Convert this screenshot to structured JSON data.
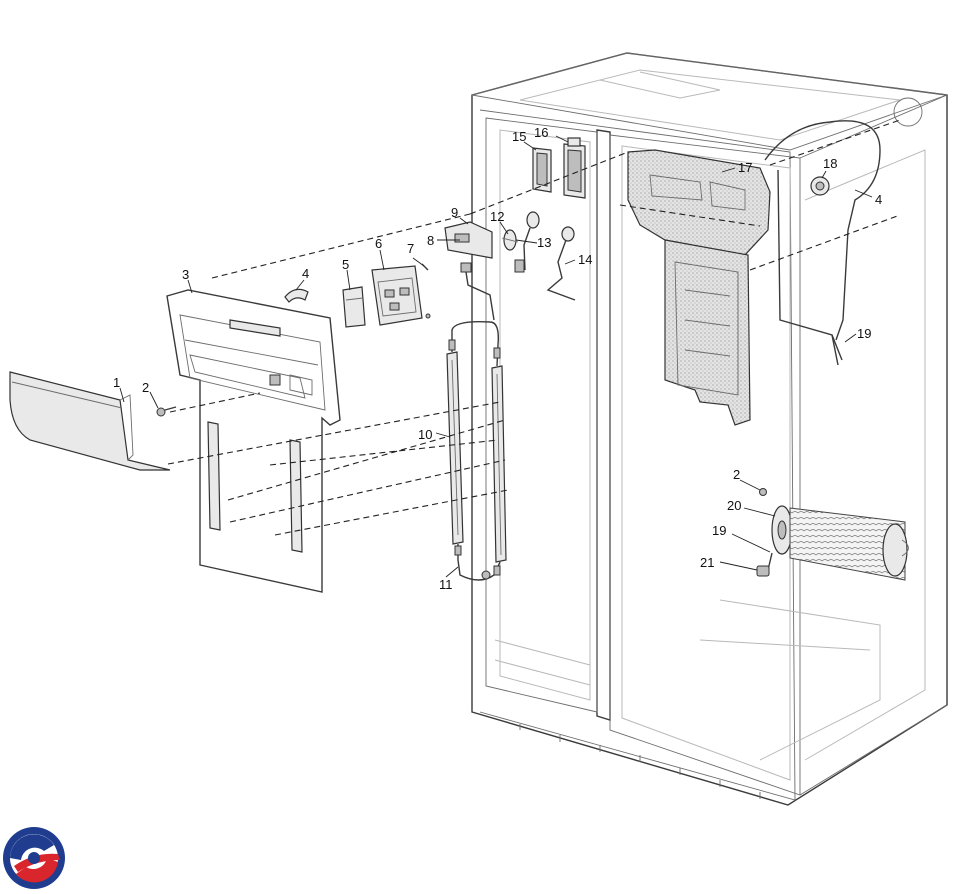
{
  "callouts": [
    {
      "id": "c1",
      "label": "1"
    },
    {
      "id": "c2a",
      "label": "2"
    },
    {
      "id": "c2b",
      "label": "2"
    },
    {
      "id": "c3",
      "label": "3"
    },
    {
      "id": "c4a",
      "label": "4"
    },
    {
      "id": "c4b",
      "label": "4"
    },
    {
      "id": "c5",
      "label": "5"
    },
    {
      "id": "c6",
      "label": "6"
    },
    {
      "id": "c7",
      "label": "7"
    },
    {
      "id": "c8",
      "label": "8"
    },
    {
      "id": "c9",
      "label": "9"
    },
    {
      "id": "c10",
      "label": "10"
    },
    {
      "id": "c11",
      "label": "11"
    },
    {
      "id": "c12",
      "label": "12"
    },
    {
      "id": "c13",
      "label": "13"
    },
    {
      "id": "c14",
      "label": "14"
    },
    {
      "id": "c15",
      "label": "15"
    },
    {
      "id": "c16",
      "label": "16"
    },
    {
      "id": "c17",
      "label": "17"
    },
    {
      "id": "c18",
      "label": "18"
    },
    {
      "id": "c19a",
      "label": "19"
    },
    {
      "id": "c19b",
      "label": "19"
    },
    {
      "id": "c20",
      "label": "20"
    },
    {
      "id": "c21",
      "label": "21"
    }
  ],
  "logo": {
    "icon": "brand-logo-icon",
    "colors": [
      "#1f3c8f",
      "#d9262c"
    ]
  }
}
